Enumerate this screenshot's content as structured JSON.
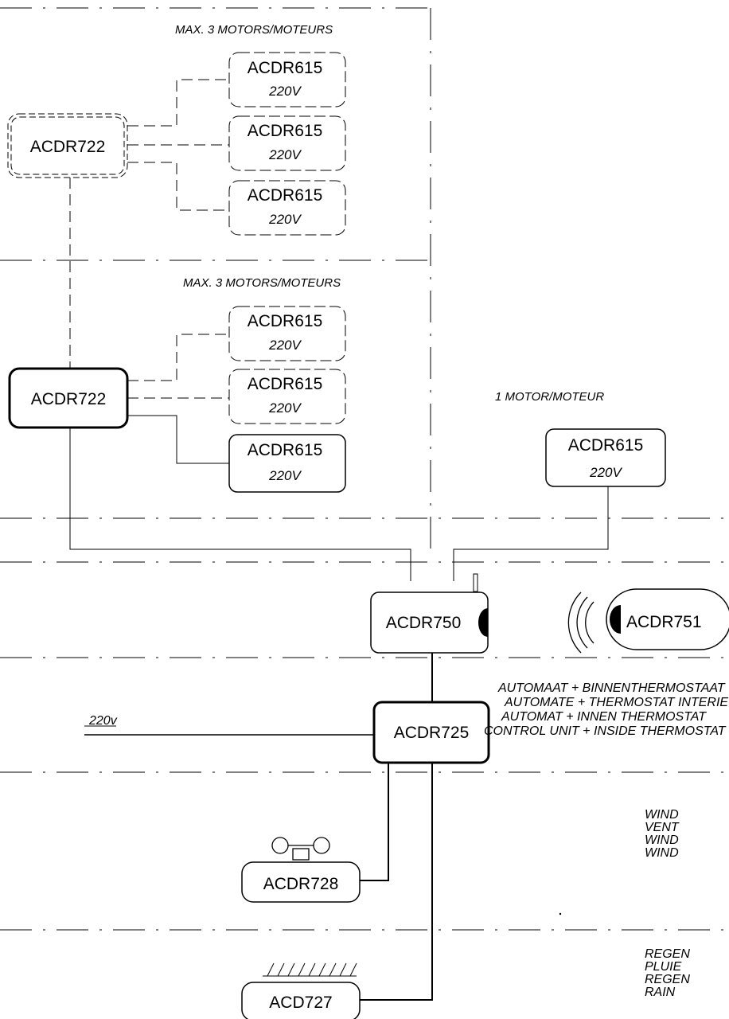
{
  "upper_group": {
    "max_label": "MAX. 3 MOTORS/MOTEURS",
    "controller": "ACDR722",
    "motors": [
      {
        "name": "ACDR615",
        "voltage": "220V"
      },
      {
        "name": "ACDR615",
        "voltage": "220V"
      },
      {
        "name": "ACDR615",
        "voltage": "220V"
      }
    ]
  },
  "middle_group": {
    "max_label": "MAX. 3 MOTORS/MOTEURS",
    "controller": "ACDR722",
    "motors": [
      {
        "name": "ACDR615",
        "voltage": "220V"
      },
      {
        "name": "ACDR615",
        "voltage": "220V"
      },
      {
        "name": "ACDR615",
        "voltage": "220V"
      }
    ]
  },
  "single_motor": {
    "label": "1 MOTOR/MOTEUR",
    "name": "ACDR615",
    "voltage": "220V"
  },
  "receiver": "ACDR750",
  "remote": "ACDR751",
  "control_unit": {
    "name": "ACDR725",
    "supply": "220v",
    "desc": [
      "AUTOMAAT + BINNENTHERMOSTAAT",
      "AUTOMATE + THERMOSTAT INTERIEUR",
      "AUTOMAT + INNEN THERMOSTAT",
      "CONTROL UNIT + INSIDE THERMOSTAT"
    ]
  },
  "wind_sensor": {
    "name": "ACDR728",
    "desc": [
      "WIND",
      "VENT",
      "WIND",
      "WIND"
    ]
  },
  "rain_sensor": {
    "name": "ACD727",
    "desc": [
      "REGEN",
      "PLUIE",
      "REGEN",
      "RAIN"
    ]
  }
}
